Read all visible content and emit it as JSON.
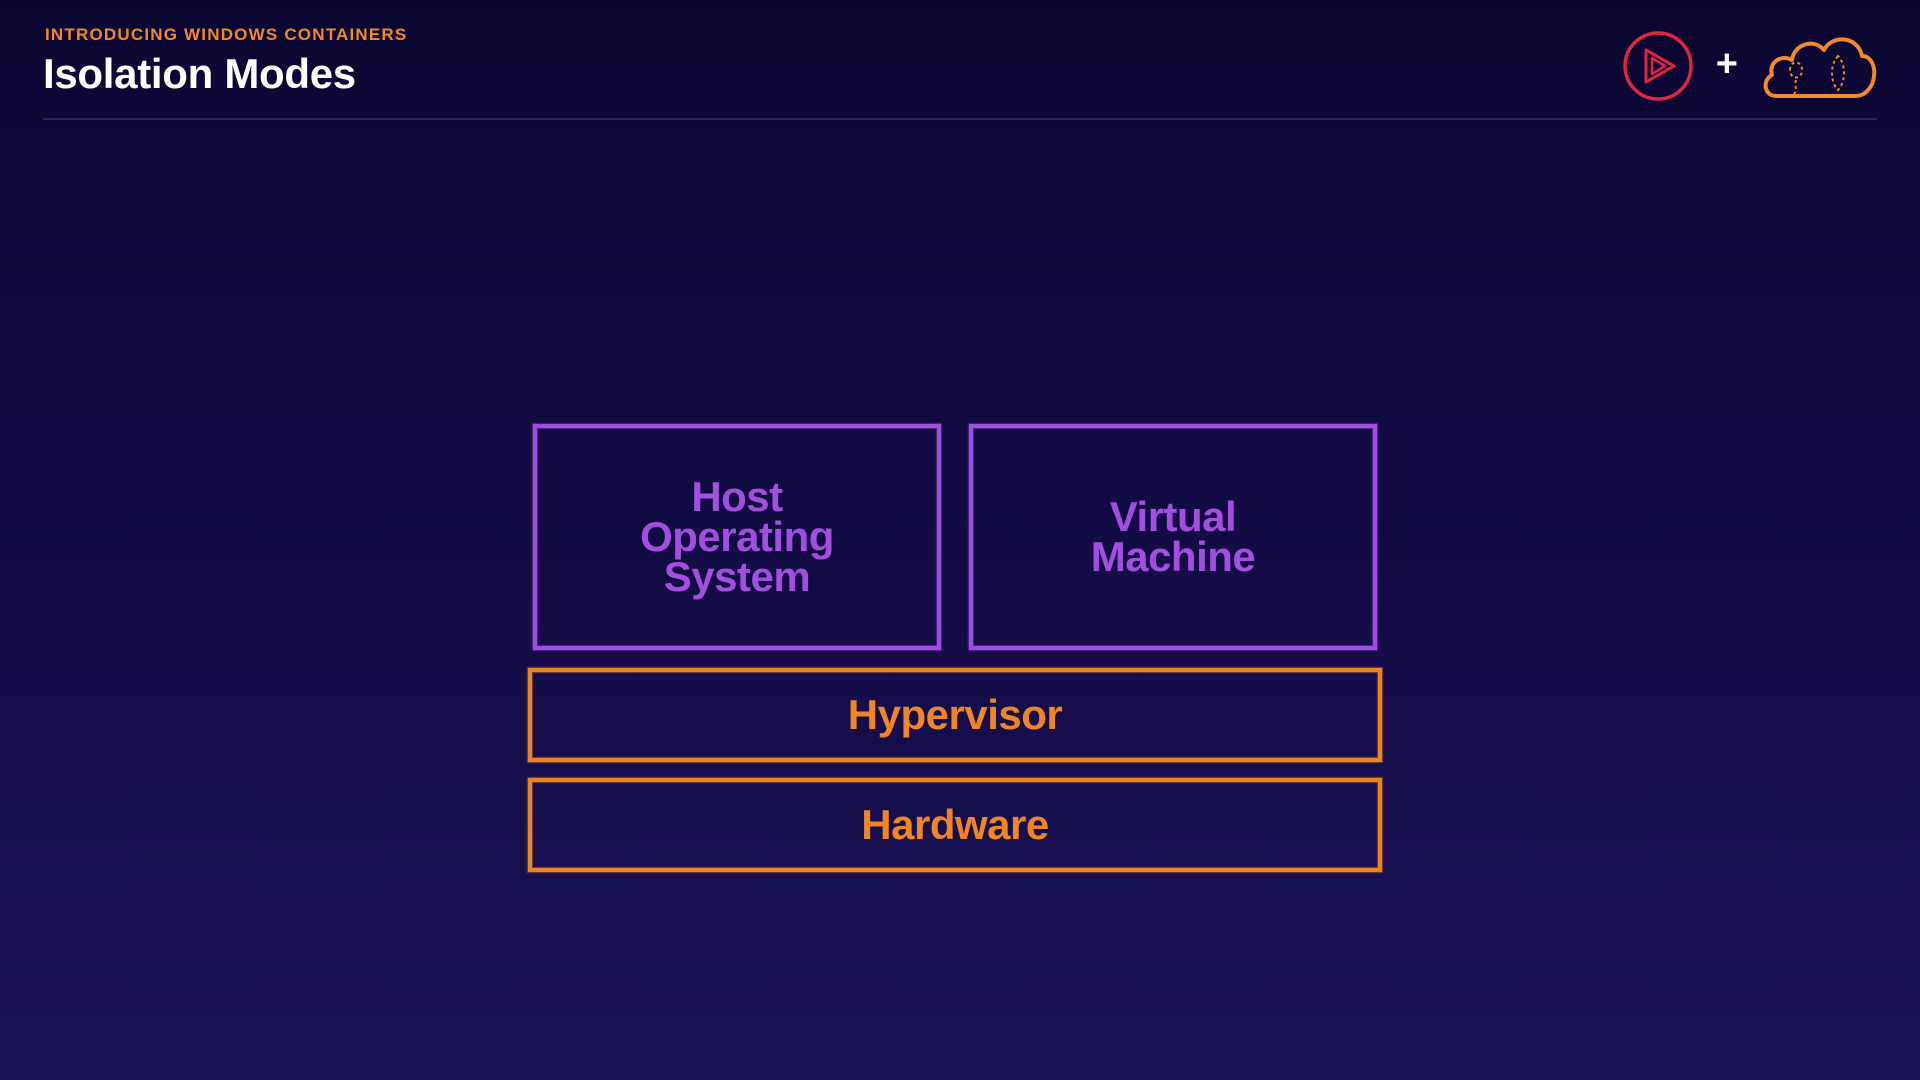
{
  "header": {
    "eyebrow": "INTRODUCING WINDOWS CONTAINERS",
    "title": "Isolation Modes",
    "plus": "+"
  },
  "logos": {
    "left": "play-logo-icon",
    "right": "cloud-logo-icon"
  },
  "diagram": {
    "host_os": {
      "line1": "Host",
      "line2": "Operating",
      "line3": "System"
    },
    "virtual_machine": {
      "line1": "Virtual",
      "line2": "Machine"
    },
    "hypervisor": "Hypervisor",
    "hardware": "Hardware"
  },
  "colors": {
    "background": "#120b42",
    "accent_orange": "#f08a2c",
    "accent_purple": "#a04ee0",
    "play_logo": "#e0263f",
    "title": "#ffffff"
  }
}
